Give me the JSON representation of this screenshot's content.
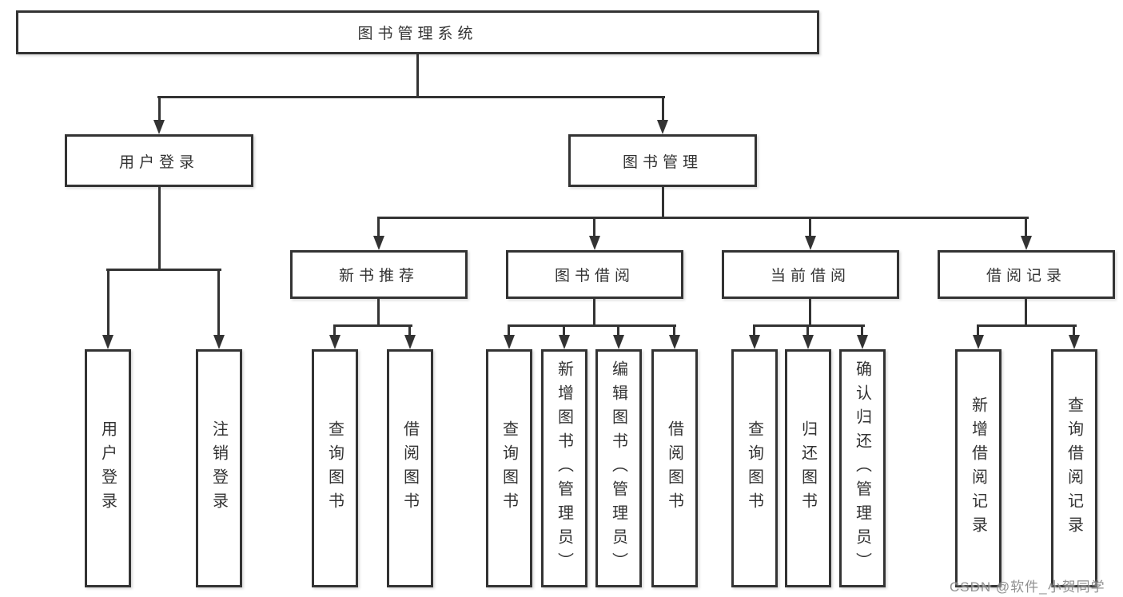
{
  "tree": {
    "label": "图书管理系统",
    "children": [
      {
        "label": "用户登录",
        "children": [
          {
            "label": "用户登录"
          },
          {
            "label": "注销登录"
          }
        ]
      },
      {
        "label": "图书管理",
        "children": [
          {
            "label": "新书推荐",
            "children": [
              {
                "label": "查询图书"
              },
              {
                "label": "借阅图书"
              }
            ]
          },
          {
            "label": "图书借阅",
            "children": [
              {
                "label": "查询图书"
              },
              {
                "label": "新增图书（管理员）"
              },
              {
                "label": "编辑图书（管理员）"
              },
              {
                "label": "借阅图书"
              }
            ]
          },
          {
            "label": "当前借阅",
            "children": [
              {
                "label": "查询图书"
              },
              {
                "label": "归还图书"
              },
              {
                "label": "确认归还（管理员）"
              }
            ]
          },
          {
            "label": "借阅记录",
            "children": [
              {
                "label": "新增借阅记录"
              },
              {
                "label": "查询借阅记录"
              }
            ]
          }
        ]
      }
    ]
  },
  "watermark": "CSDN @软件_小贺同学",
  "colors": {
    "line": "#333333",
    "text": "#333333",
    "watermark": "#7d7d7d",
    "background": "#ffffff"
  }
}
